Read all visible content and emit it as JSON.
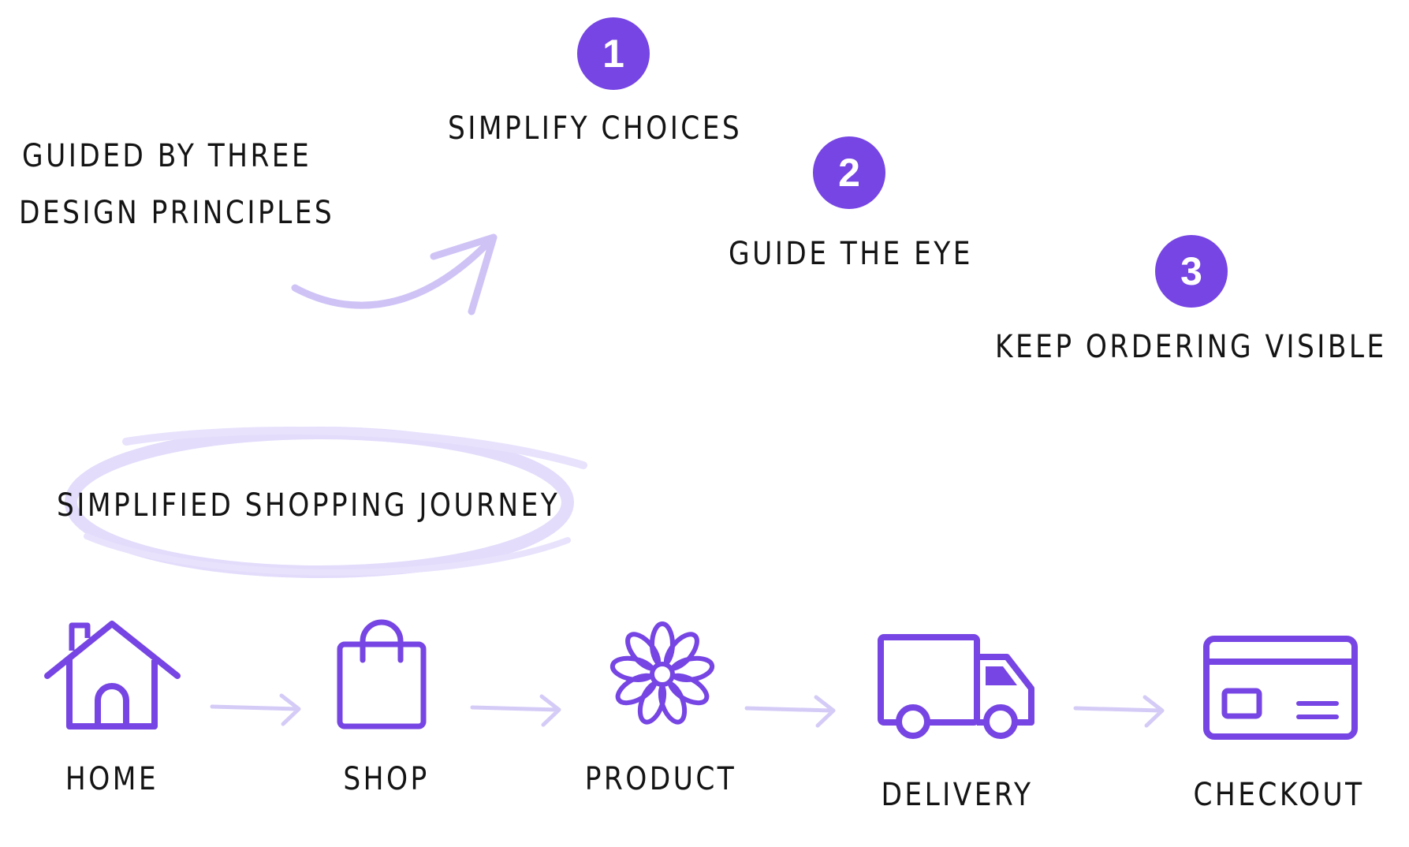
{
  "colors": {
    "accent": "#7645e3",
    "accent_light": "#e0d9fb",
    "text": "#141414"
  },
  "intro": {
    "line1": "Guided by three",
    "line2": "design principles"
  },
  "principles": [
    {
      "number": "1",
      "label": "Simplify choices"
    },
    {
      "number": "2",
      "label": "Guide the eye"
    },
    {
      "number": "3",
      "label": "Keep ordering visible"
    }
  ],
  "journey": {
    "title": "Simplified shopping journey",
    "steps": [
      {
        "label": "Home",
        "icon": "house-icon"
      },
      {
        "label": "Shop",
        "icon": "shopping-bag-icon"
      },
      {
        "label": "Product",
        "icon": "flower-icon"
      },
      {
        "label": "Delivery",
        "icon": "delivery-truck-icon"
      },
      {
        "label": "Checkout",
        "icon": "credit-card-icon"
      }
    ]
  }
}
